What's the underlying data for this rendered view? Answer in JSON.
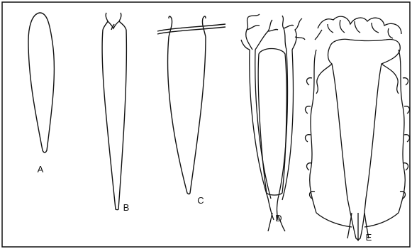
{
  "figure": {
    "panels": [
      {
        "key": "a",
        "label": "A"
      },
      {
        "key": "b",
        "label": "B"
      },
      {
        "key": "c",
        "label": "C"
      },
      {
        "key": "d",
        "label": "D"
      },
      {
        "key": "e",
        "label": "E"
      }
    ]
  },
  "colors": {
    "stroke": "#111111",
    "background": "#ffffff"
  }
}
